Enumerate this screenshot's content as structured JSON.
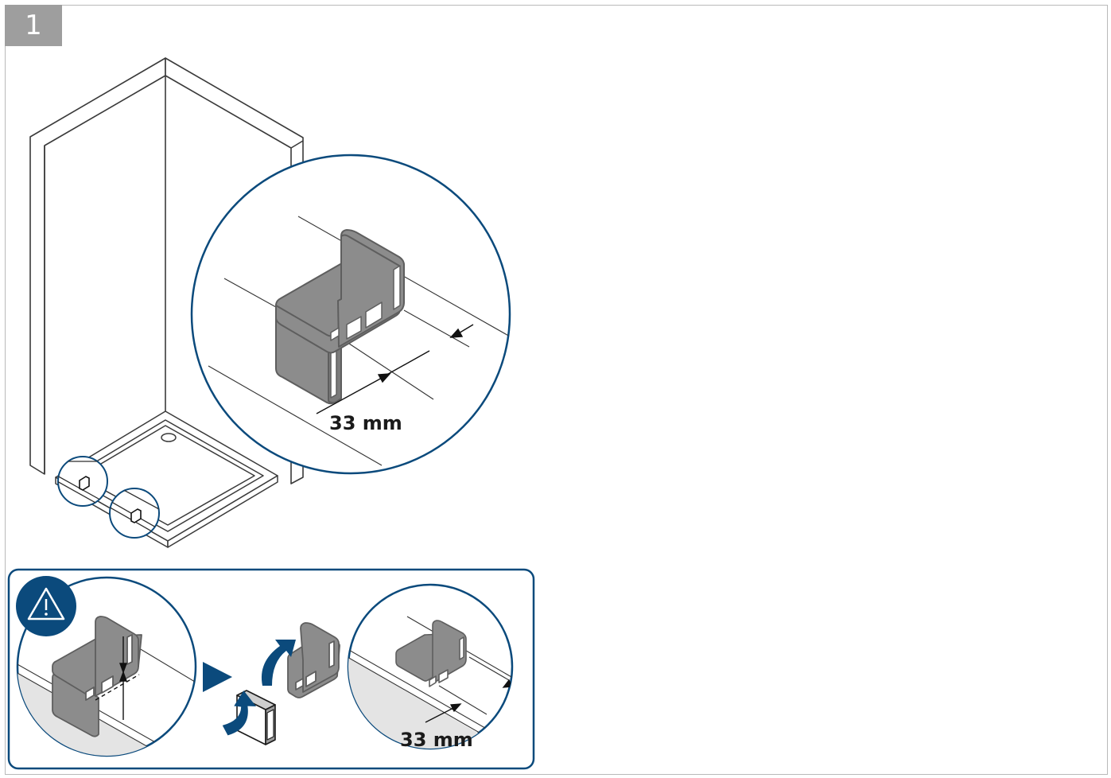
{
  "step_number": "1",
  "main_detail": {
    "dimension_label": "33 mm"
  },
  "warning_panel": {
    "dimension_label": "33 mm"
  },
  "colors": {
    "accent": "#0b4a7c",
    "part_fill": "#8c8c8c",
    "part_stroke": "#5e5e5e",
    "floor_gray": "#e4e4e4"
  },
  "icons": [
    "warning-icon",
    "arrow-right-icon",
    "rotate-arrow-icon"
  ]
}
